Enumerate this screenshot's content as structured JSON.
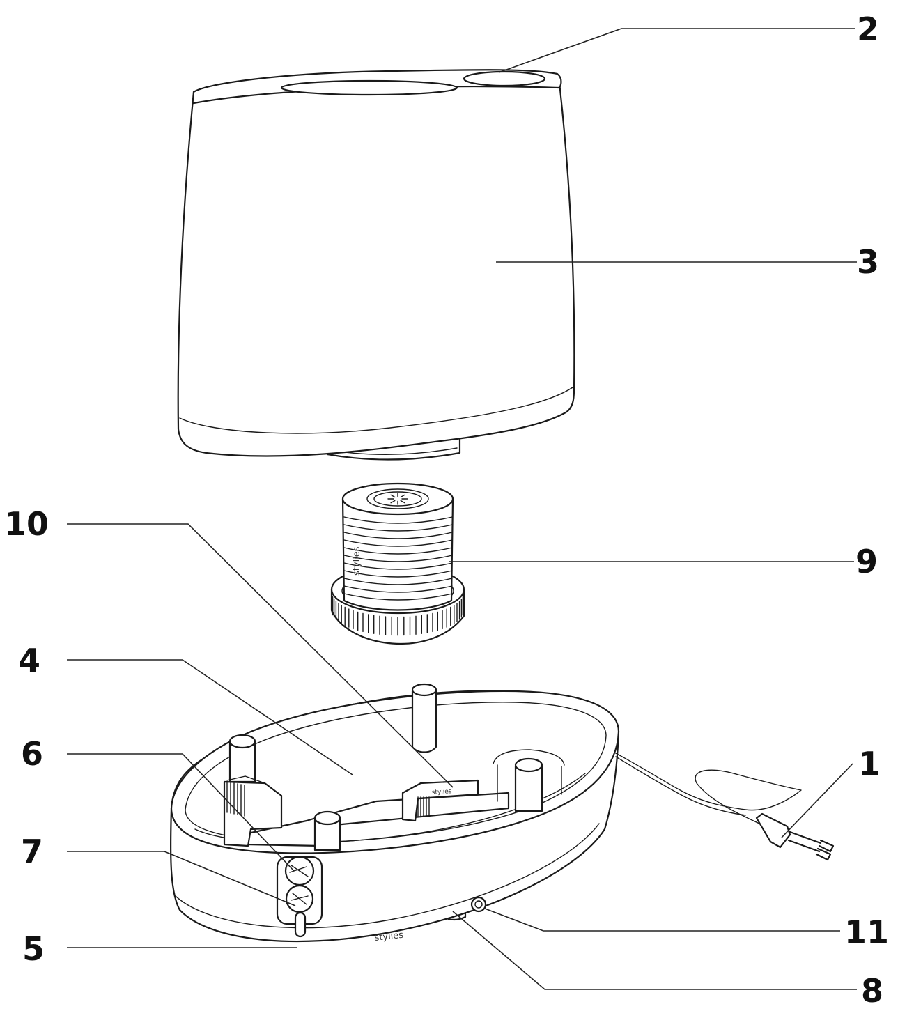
{
  "callouts": {
    "n1": "1",
    "n2": "2",
    "n3": "3",
    "n4": "4",
    "n5": "5",
    "n6": "6",
    "n7": "7",
    "n8": "8",
    "n9": "9",
    "n10": "10",
    "n11": "11"
  },
  "brand": {
    "logo_text": "stylies"
  },
  "colors": {
    "line": "#1a1a1a",
    "background": "#ffffff"
  }
}
